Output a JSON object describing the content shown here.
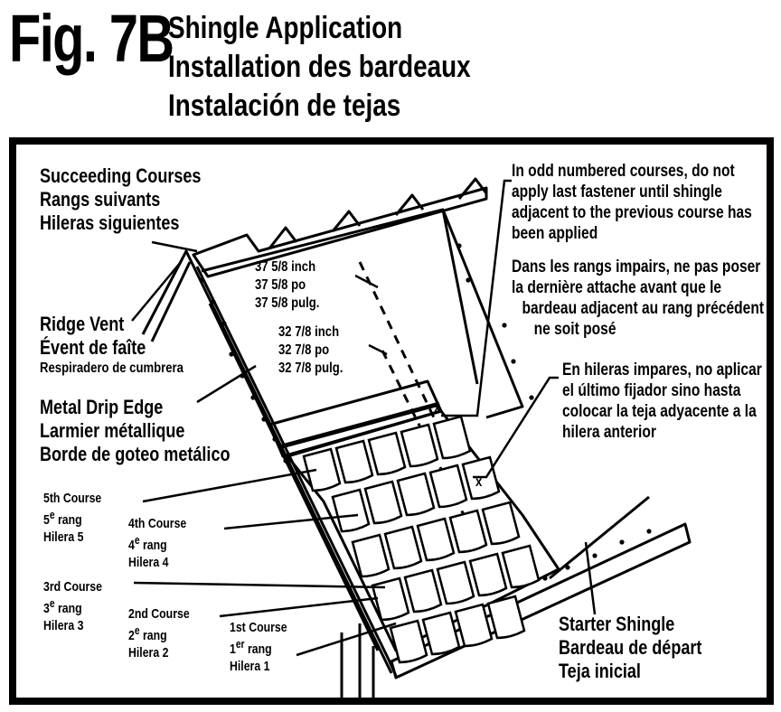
{
  "figure": {
    "number": "Fig. 7B",
    "title_en": "Shingle Application",
    "title_fr": "Installation des bardeaux",
    "title_es": "Instalación de tejas"
  },
  "labels": {
    "succeeding": [
      "Succeeding Courses",
      "Rangs suivants",
      "Hileras siguientes"
    ],
    "ridge_vent": [
      "Ridge Vent",
      "Évent de faîte",
      "Respiradero de cumbrera"
    ],
    "drip_edge": [
      "Metal Drip Edge",
      "Larmier métallique",
      "Borde de goteo metálico"
    ],
    "course5": [
      "5th Course",
      "5",
      "e",
      " rang",
      "Hilera 5"
    ],
    "course4": [
      "4th Course",
      "4",
      "e",
      " rang",
      "Hilera 4"
    ],
    "course3": [
      "3rd Course",
      "3",
      "e",
      " rang",
      "Hilera 3"
    ],
    "course2": [
      "2nd Course",
      "2",
      "e",
      " rang",
      "Hilera 2"
    ],
    "course1": [
      "1st Course",
      "1",
      "er",
      " rang",
      "Hilera 1"
    ],
    "starter": [
      "Starter Shingle",
      "Bardeau de départ",
      "Teja inicial"
    ],
    "dim_long": [
      "37 5/8 inch",
      "37 5/8 po",
      "37 5/8 pulg."
    ],
    "dim_short": [
      "32 7/8 inch",
      "32 7/8 po",
      "32 7/8 pulg."
    ],
    "note_en": [
      "In odd numbered courses, do not",
      "apply last fastener until shingle",
      "adjacent to the previous course has",
      "been applied"
    ],
    "note_fr": [
      "Dans les rangs impairs, ne pas poser",
      "la dernière attache avant que le",
      "bardeau adjacent au rang précédent",
      "ne soit posé"
    ],
    "note_es": [
      "En hileras impares, no aplicar",
      "el último fijador sino hasta",
      "colocar la teja adyacente a la",
      "hilera anterior"
    ],
    "x_mark": "x"
  }
}
